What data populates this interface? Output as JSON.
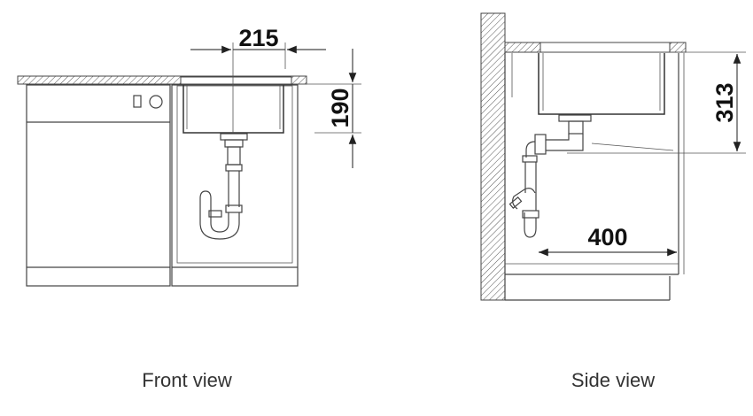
{
  "views": {
    "front": {
      "caption": "Front view",
      "dimensions": {
        "width": "215",
        "height": "190"
      }
    },
    "side": {
      "caption": "Side view",
      "dimensions": {
        "height": "313",
        "depth": "400"
      }
    }
  }
}
